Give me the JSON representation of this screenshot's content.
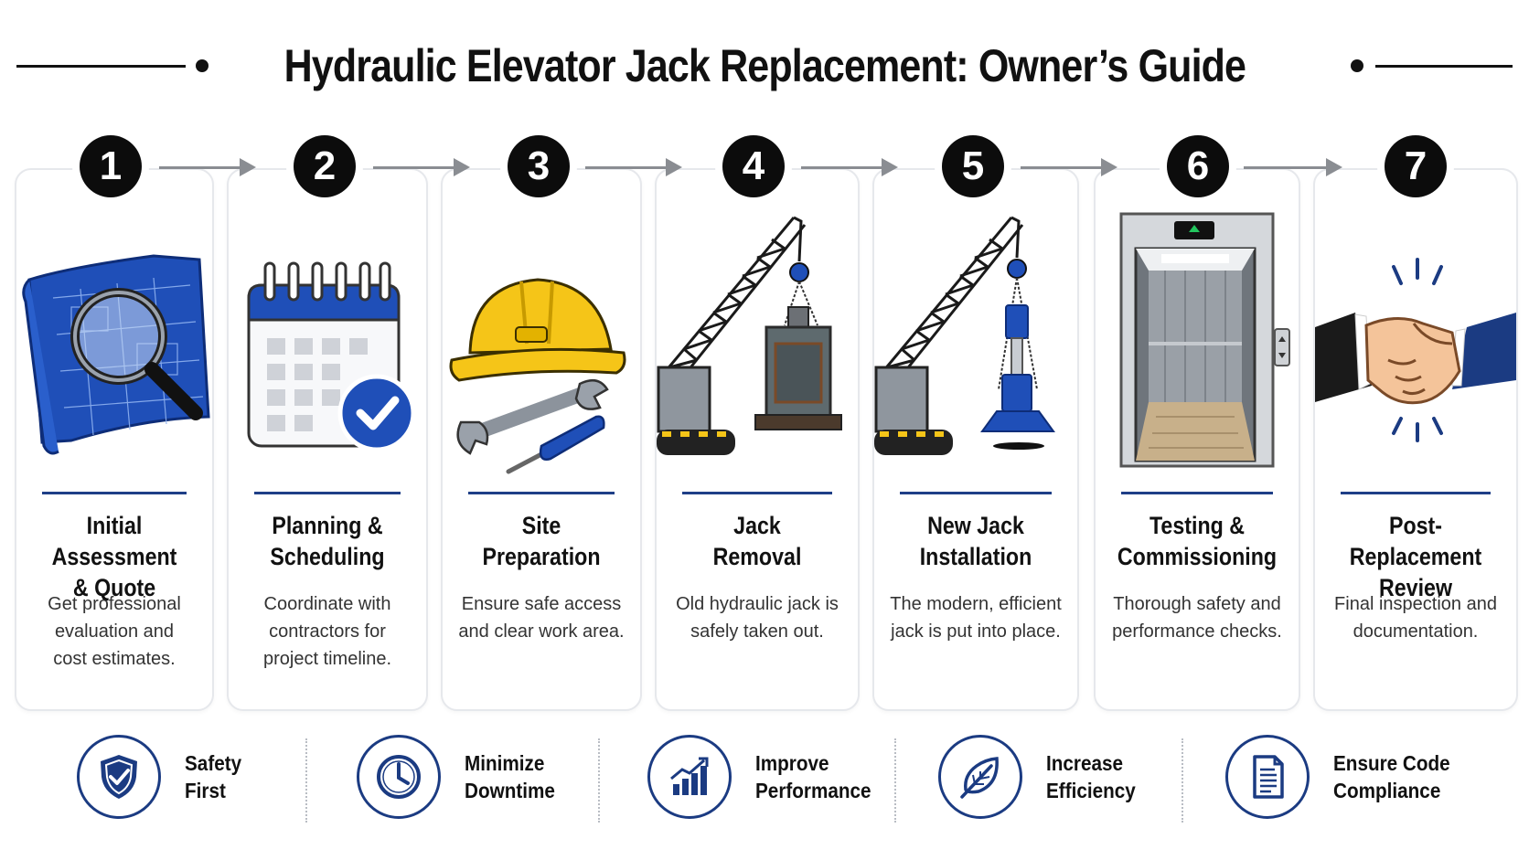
{
  "title": "Hydraulic Elevator Jack Replacement: Owner’s Guide",
  "steps": [
    {
      "number": "1",
      "title_lines": [
        "Initial Assessment",
        "& Quote"
      ],
      "desc_lines": [
        "Get professional",
        "evaluation and",
        "cost estimates."
      ],
      "icon": "blueprint-magnifier-icon"
    },
    {
      "number": "2",
      "title_lines": [
        "Planning &",
        "Scheduling"
      ],
      "desc_lines": [
        "Coordinate with",
        "contractors for",
        "project timeline."
      ],
      "icon": "calendar-check-icon"
    },
    {
      "number": "3",
      "title_lines": [
        "Site",
        "Preparation"
      ],
      "desc_lines": [
        "Ensure safe access",
        "and clear work area."
      ],
      "icon": "hardhat-tools-icon"
    },
    {
      "number": "4",
      "title_lines": [
        "Jack",
        "Removal"
      ],
      "desc_lines": [
        "Old hydraulic jack is",
        "safely taken out."
      ],
      "icon": "crane-old-jack-icon"
    },
    {
      "number": "5",
      "title_lines": [
        "New Jack",
        "Installation"
      ],
      "desc_lines": [
        "The modern, efficient",
        "jack is put into place."
      ],
      "icon": "crane-new-jack-icon"
    },
    {
      "number": "6",
      "title_lines": [
        "Testing &",
        "Commissioning"
      ],
      "desc_lines": [
        "Thorough safety and",
        "performance checks."
      ],
      "icon": "elevator-car-icon"
    },
    {
      "number": "7",
      "title_lines": [
        "Post-Replacement",
        "Review"
      ],
      "desc_lines": [
        "Final inspection and",
        "documentation."
      ],
      "icon": "handshake-icon"
    }
  ],
  "benefits": [
    {
      "label_lines": [
        "Safety",
        "First"
      ],
      "icon": "shield-check-icon"
    },
    {
      "label_lines": [
        "Minimize",
        "Downtime"
      ],
      "icon": "clock-icon"
    },
    {
      "label_lines": [
        "Improve",
        "Performance"
      ],
      "icon": "bar-chart-up-icon"
    },
    {
      "label_lines": [
        "Increase",
        "Efficiency"
      ],
      "icon": "leaf-icon"
    },
    {
      "label_lines": [
        "Ensure Code",
        "Compliance"
      ],
      "icon": "document-icon"
    }
  ],
  "colors": {
    "accent_blue": "#1f4fb8",
    "navy": "#1b3b82",
    "hardhat_yellow": "#f5c518",
    "step_circle": "#0c0c0c"
  }
}
